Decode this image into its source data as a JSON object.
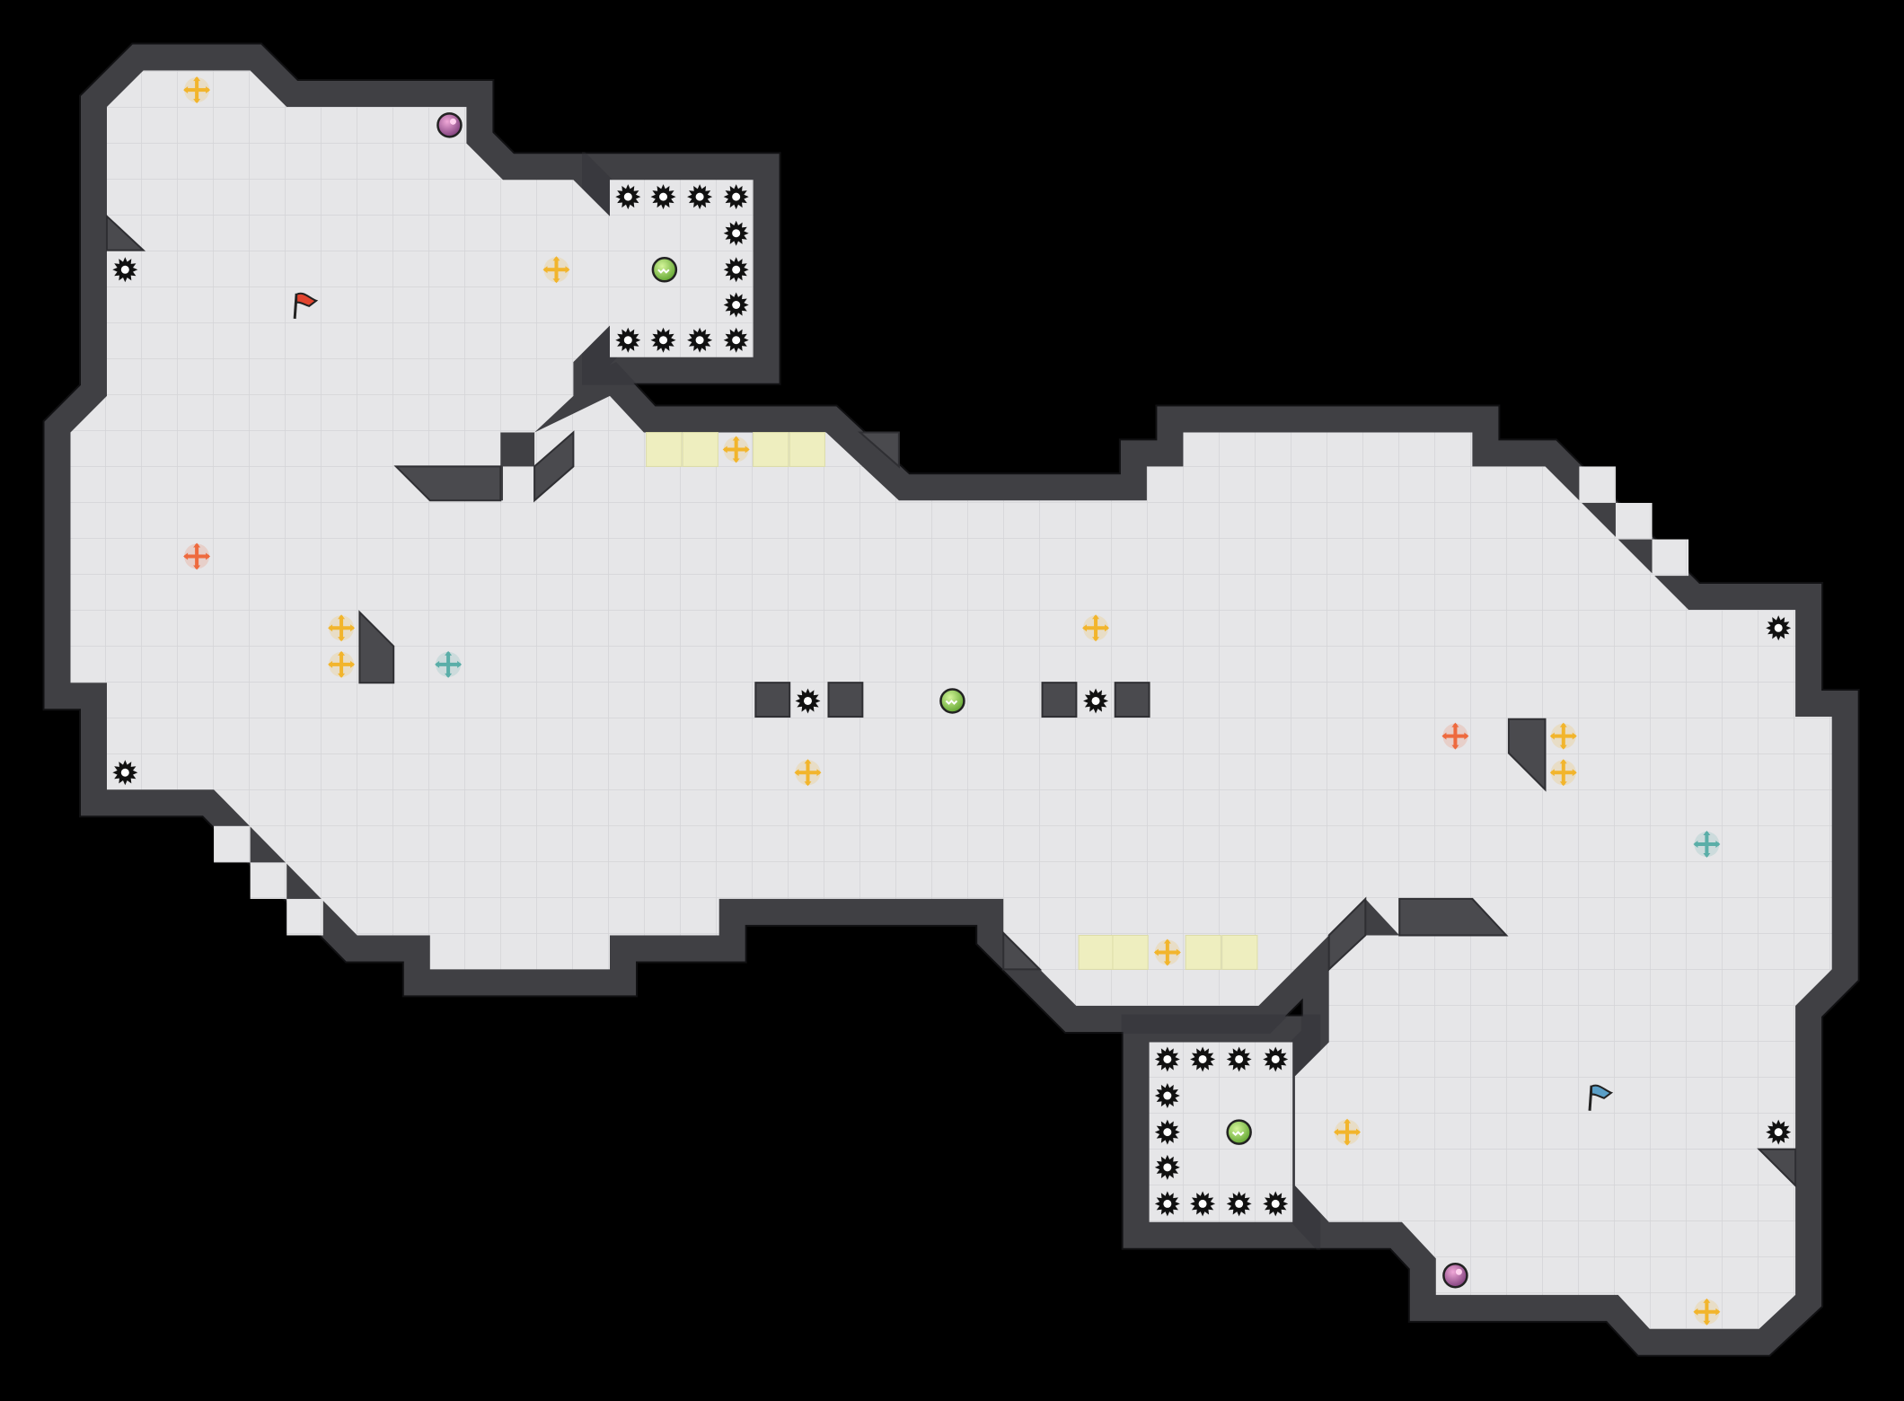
{
  "game": {
    "type": "capture-the-flag tile map",
    "view": "top-down",
    "background_color": "#000000",
    "floor_color": "#e6e6e8",
    "tile_line_color": "#d4d4d7",
    "wall_color": "#4a4a4e",
    "wall_edge_color": "#2f2f33",
    "gate_tile_color": "#eeeebf",
    "spike_color": "#111111"
  },
  "flags": [
    {
      "team": "red",
      "color": "#e2452f",
      "icon": "red-flag-icon"
    },
    {
      "team": "blue",
      "color": "#5a9fc8",
      "icon": "blue-flag-icon"
    }
  ],
  "powerup_colors": {
    "purple": "#9b4f8d"
  },
  "bomb_colors": {
    "green": "#8cc63f"
  },
  "boost_colors": {
    "neutral": "#f2b52c",
    "red": "#ee6a3e",
    "blue": "#5aaea8"
  }
}
